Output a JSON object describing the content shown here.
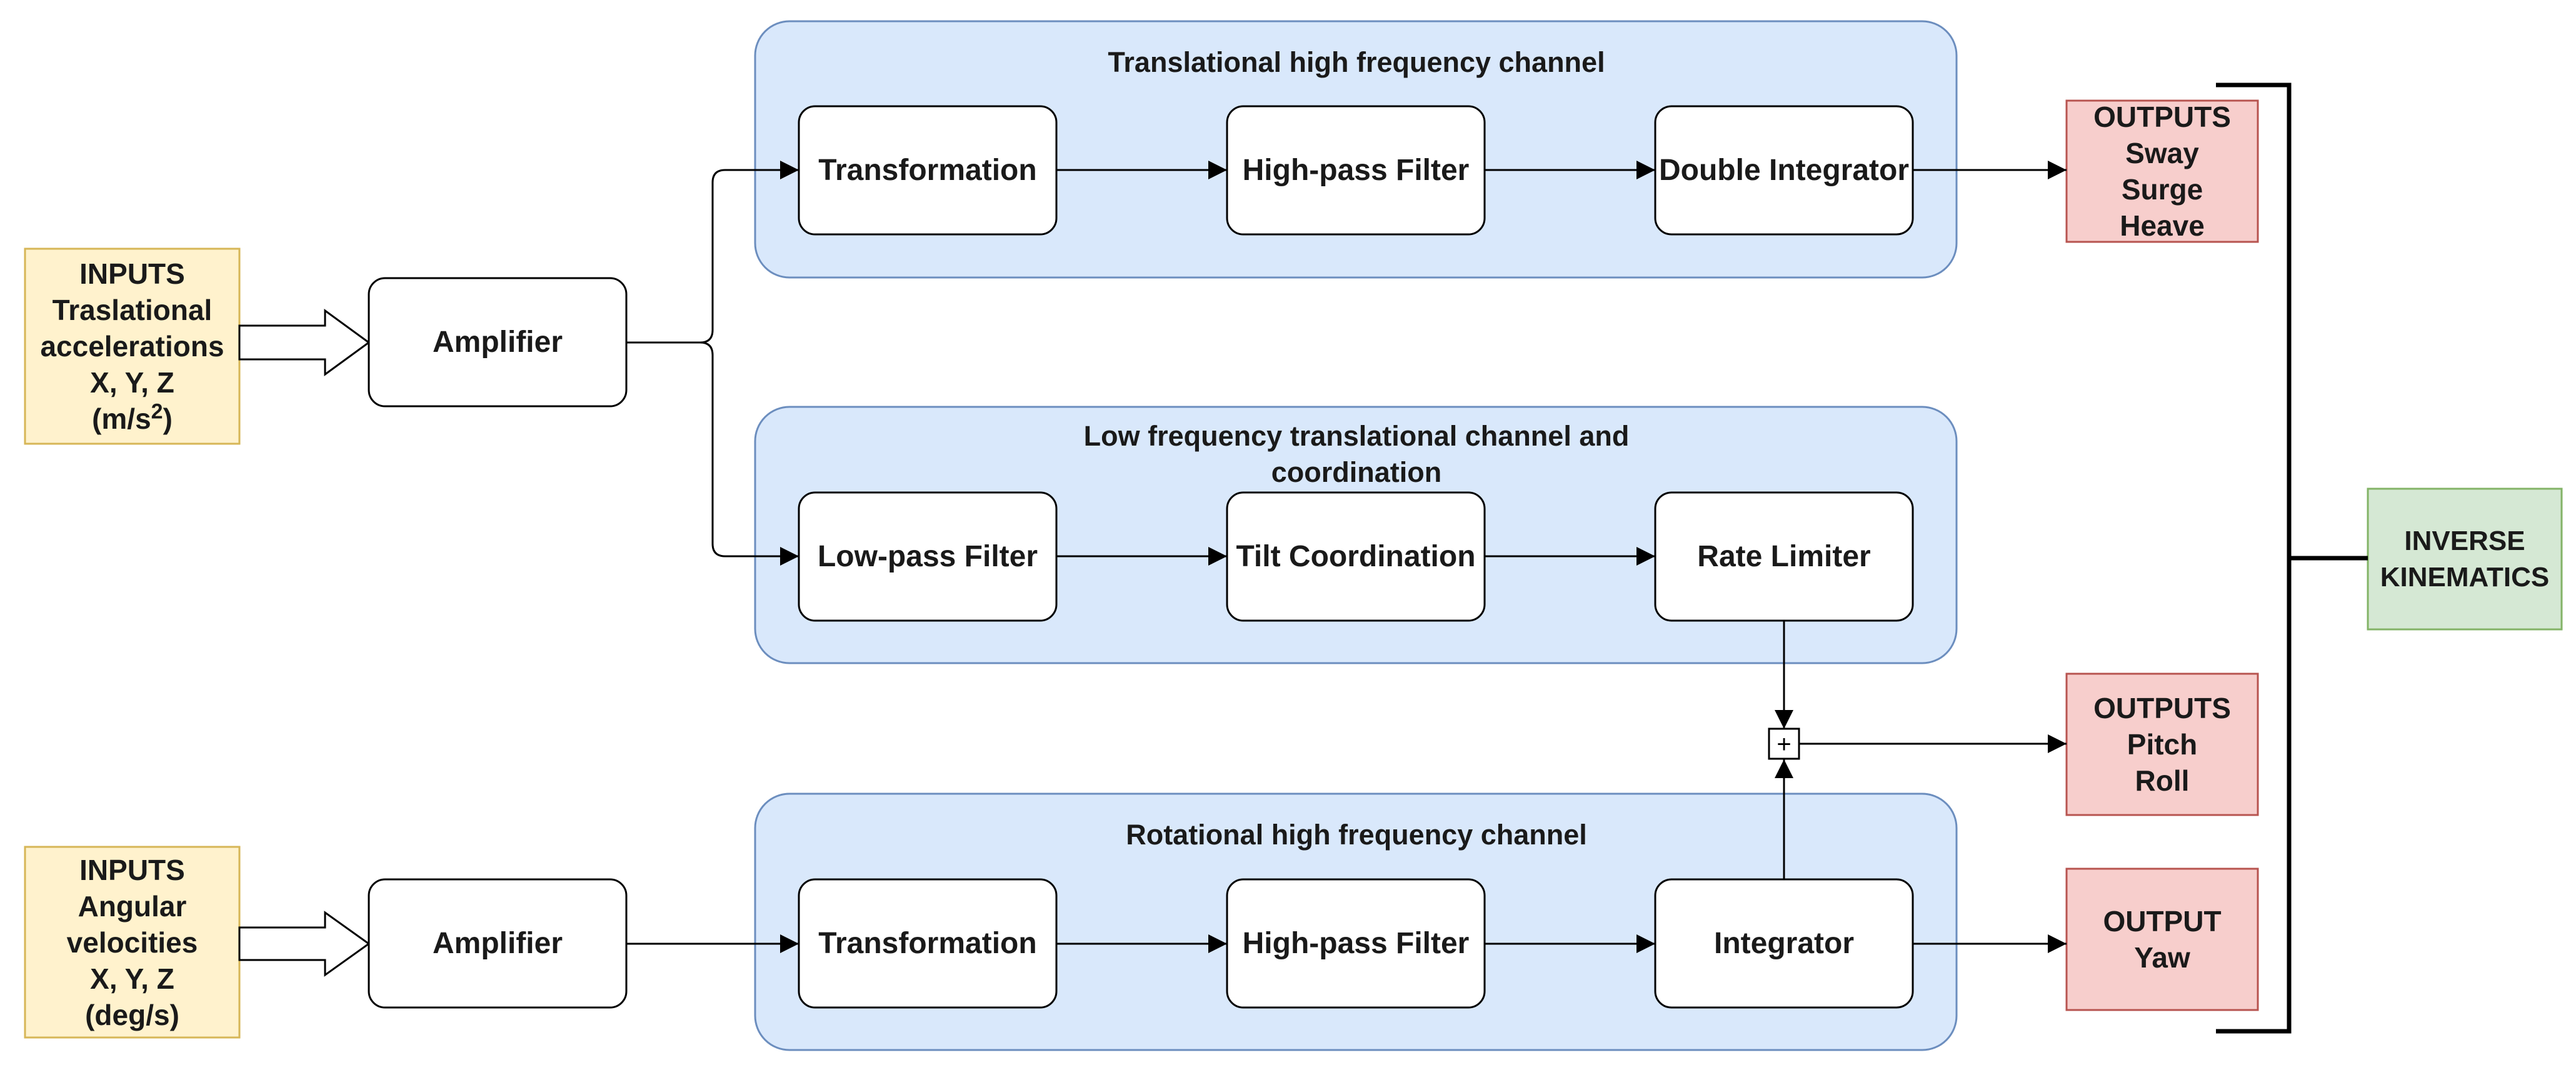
{
  "channels": {
    "translational_hf": {
      "title": "Translational high frequency channel"
    },
    "low_freq": {
      "title": "Low frequency translational channel and coordination"
    },
    "rotational_hf": {
      "title": "Rotational high frequency channel"
    }
  },
  "inputs": {
    "translational": {
      "heading": "INPUTS",
      "line1": "Traslational",
      "line2": "accelerations",
      "line3": "X, Y, Z",
      "unit_prefix": "(m/s",
      "unit_exp": "2",
      "unit_suffix": ")"
    },
    "angular": {
      "heading": "INPUTS",
      "line1": "Angular",
      "line2": "velocities",
      "line3": "X, Y, Z",
      "line4": "(deg/s)"
    }
  },
  "blocks": {
    "amplifier_top": "Amplifier",
    "amplifier_bottom": "Amplifier",
    "transformation_top": "Transformation",
    "highpass_top": "High-pass Filter",
    "double_integrator": "Double Integrator",
    "lowpass": "Low-pass Filter",
    "tilt": "Tilt Coordination",
    "rate_limiter": "Rate Limiter",
    "transformation_bottom": "Transformation",
    "highpass_bottom": "High-pass Filter",
    "integrator": "Integrator"
  },
  "sum_symbol": "+",
  "outputs": {
    "translational": {
      "heading": "OUTPUTS",
      "line1": "Sway",
      "line2": "Surge",
      "line3": "Heave"
    },
    "pitch_roll": {
      "heading": "OUTPUTS",
      "line1": "Pitch",
      "line2": "Roll"
    },
    "yaw": {
      "heading": "OUTPUT",
      "line1": "Yaw"
    }
  },
  "inverse_kinematics": {
    "line1": "INVERSE",
    "line2": "KINEMATICS"
  },
  "colors": {
    "channel_fill": "#dae8fc",
    "channel_stroke": "#6c8ebf",
    "input_fill": "#fff2cc",
    "input_stroke": "#d6b656",
    "output_fill": "#f8cecc",
    "output_stroke": "#b85450",
    "ik_fill": "#d5e8d4",
    "ik_stroke": "#82b366"
  }
}
